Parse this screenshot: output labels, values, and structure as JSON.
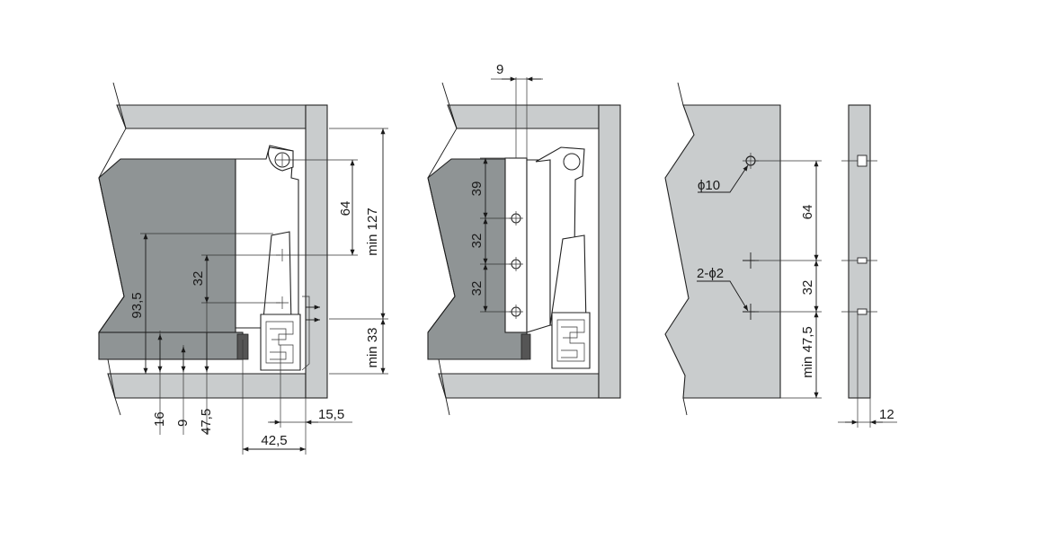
{
  "colors": {
    "cabinet": "#c9cccd",
    "front_panel": "#8f9495",
    "line": "#1a1a1a",
    "background": "#ffffff"
  },
  "left_view": {
    "dim_64": "64",
    "dim_min127": "min 127",
    "dim_32": "32",
    "dim_93_5": "93,5",
    "dim_min33": "min 33",
    "dim_16": "16",
    "dim_9": "9",
    "dim_47_5": "47,5",
    "dim_15_5": "15,5",
    "dim_42_5": "42,5"
  },
  "middle_view": {
    "dim_9": "9",
    "dim_39": "39",
    "dim_32_a": "32",
    "dim_32_b": "32"
  },
  "right_view": {
    "hole_large": "ϕ10",
    "hole_small": "2-ϕ2",
    "dim_64": "64",
    "dim_32": "32",
    "dim_min47_5": "min 47,5",
    "dim_12": "12"
  }
}
